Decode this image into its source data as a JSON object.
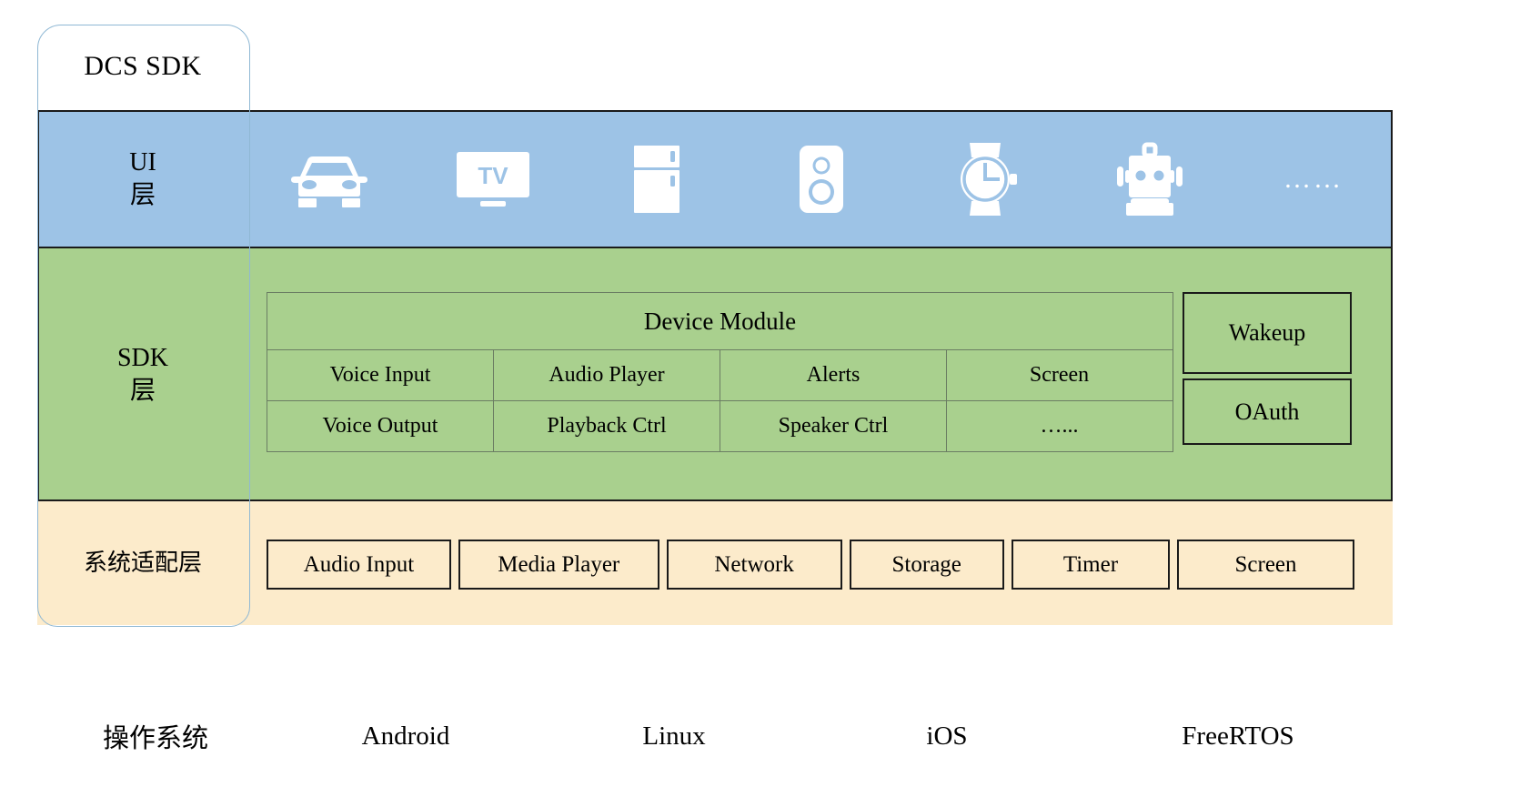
{
  "diagram": {
    "title": "DCS SDK",
    "colors": {
      "ui_layer": "#9DC3E6",
      "sdk_layer": "#A9D08E",
      "adapt_layer": "#FCEBCB",
      "bracket_border": "#8FB8D4",
      "table_border": "#6b7d63",
      "strong_border": "#1a1a1a",
      "icon_fill": "#ffffff"
    }
  },
  "layers": {
    "ui": {
      "label_line1": "UI",
      "label_line2": "层"
    },
    "sdk": {
      "label_line1": "SDK",
      "label_line2": "层"
    },
    "adapt": {
      "label": "系统适配层"
    }
  },
  "ui_layer": {
    "devices": [
      {
        "icon": "car-icon",
        "name": "car"
      },
      {
        "icon": "tv-icon",
        "name": "tv",
        "text": "TV"
      },
      {
        "icon": "refrigerator-icon",
        "name": "refrigerator"
      },
      {
        "icon": "speaker-icon",
        "name": "speaker"
      },
      {
        "icon": "watch-icon",
        "name": "watch"
      },
      {
        "icon": "robot-icon",
        "name": "robot"
      }
    ],
    "ellipsis": "……"
  },
  "sdk_layer": {
    "device_module": {
      "title": "Device Module",
      "rows": [
        [
          "Voice Input",
          "Audio Player",
          "Alerts",
          "Screen"
        ],
        [
          "Voice Output",
          "Playback Ctrl",
          "Speaker Ctrl",
          "…..."
        ]
      ]
    },
    "side_boxes": [
      {
        "label": "Wakeup"
      },
      {
        "label": "OAuth"
      }
    ]
  },
  "adapt_layer": {
    "modules": [
      "Audio Input",
      "Media Player",
      "Network",
      "Storage",
      "Timer",
      "Screen"
    ]
  },
  "os_row": {
    "items": [
      "操作系统",
      "Android",
      "Linux",
      "iOS",
      "FreeRTOS"
    ]
  }
}
